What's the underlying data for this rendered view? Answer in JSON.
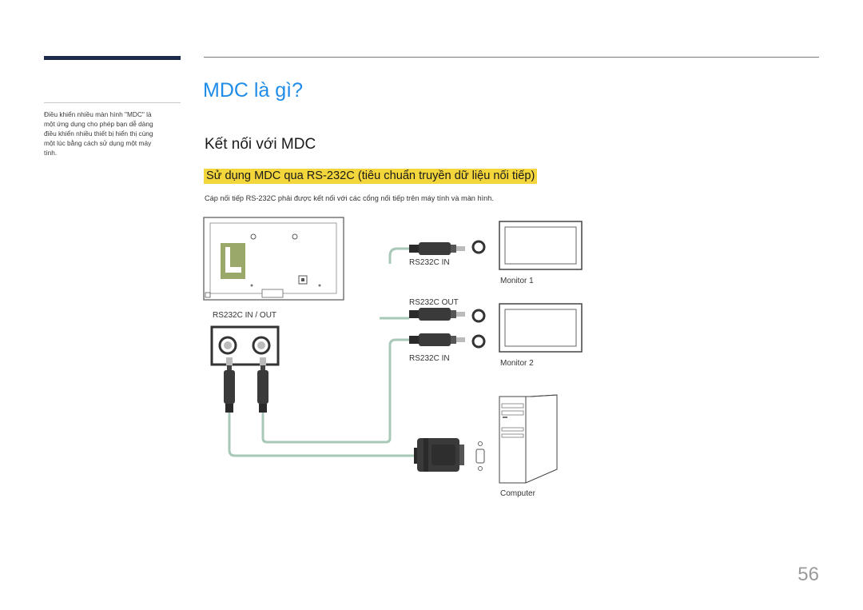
{
  "page": {
    "title": "MDC là gì?",
    "section_heading": "Kết nối với MDC",
    "sub_heading": "Sử dụng MDC qua RS-232C (tiêu chuẩn truyền dữ liệu nối tiếp)",
    "body_text": "Cáp nối tiếp RS-232C phải được kết nối với các cổng nối tiếp trên máy tính và màn hình.",
    "page_number": "56"
  },
  "sidebar": {
    "note_lines": [
      "Điều khiển nhiều màn hình \"MDC\" là",
      "một ứng dụng cho phép bạn dễ dàng",
      "điều khiển nhiều thiết bị hiển thị cùng",
      "một lúc bằng cách sử dụng một máy",
      "tính."
    ]
  },
  "diagram": {
    "port_panel_label": "RS232C IN / OUT",
    "monitor1_port_label": "RS232C IN",
    "monitor2_out_label": "RS232C OUT",
    "monitor2_in_label": "RS232C IN",
    "monitor1_label": "Monitor 1",
    "monitor2_label": "Monitor 2",
    "computer_label": "Computer"
  },
  "colors": {
    "title_blue": "#1f8ce8",
    "highlight_yellow": "#f3d53c",
    "cable_green": "#a9c9b8",
    "board_green": "#9aa86a",
    "bar_navy": "#1c2b4a"
  }
}
